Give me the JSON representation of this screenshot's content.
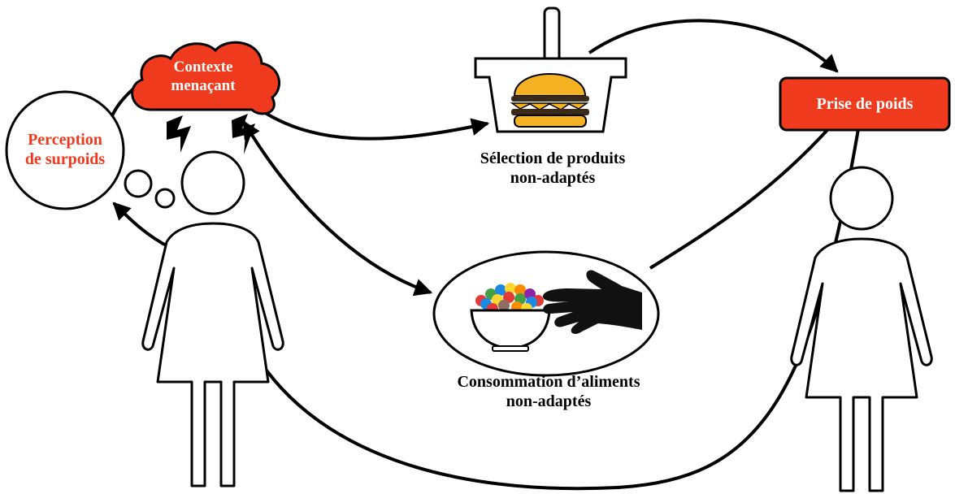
{
  "perception": {
    "line1": "Perception",
    "line2": "de surpoids"
  },
  "context": {
    "line1": "Contexte",
    "line2": "menaçant"
  },
  "selection": {
    "line1": "Sélection de produits",
    "line2": "non-adaptés"
  },
  "consumption": {
    "line1": "Consommation d’aliments",
    "line2": "non-adaptés"
  },
  "weight_gain": {
    "label": "Prise de poids"
  },
  "icons": [
    "cloud-icon",
    "lightning-icon",
    "basket-icon",
    "burger-icon",
    "candy-bowl-icon",
    "hand-icon",
    "woman-icon"
  ],
  "colors": {
    "accent_red": "#f03a1e",
    "stroke": "#000000",
    "burger_bun": "#f5b324"
  }
}
